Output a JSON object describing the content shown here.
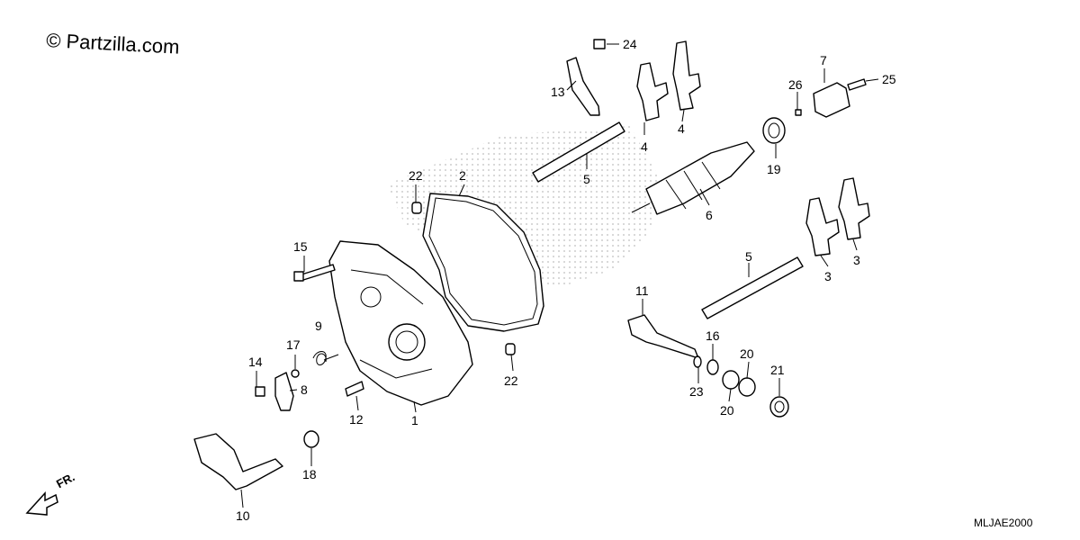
{
  "watermark": {
    "copyright": "© Partzilla.com"
  },
  "diagram_code": "MLJAE2000",
  "direction_label": "FR.",
  "callouts": [
    {
      "id": "c24",
      "text": "24"
    },
    {
      "id": "c13",
      "text": "13"
    },
    {
      "id": "c4a",
      "text": "4"
    },
    {
      "id": "c4b",
      "text": "4"
    },
    {
      "id": "c7",
      "text": "7"
    },
    {
      "id": "c26",
      "text": "26"
    },
    {
      "id": "c25",
      "text": "25"
    },
    {
      "id": "c19",
      "text": "19"
    },
    {
      "id": "c5a",
      "text": "5"
    },
    {
      "id": "c6",
      "text": "6"
    },
    {
      "id": "c22a",
      "text": "22"
    },
    {
      "id": "c2",
      "text": "2"
    },
    {
      "id": "c15",
      "text": "15"
    },
    {
      "id": "c3a",
      "text": "3"
    },
    {
      "id": "c3b",
      "text": "3"
    },
    {
      "id": "c5b",
      "text": "5"
    },
    {
      "id": "c11",
      "text": "11"
    },
    {
      "id": "c9",
      "text": "9"
    },
    {
      "id": "c17",
      "text": "17"
    },
    {
      "id": "c14",
      "text": "14"
    },
    {
      "id": "c8",
      "text": "8"
    },
    {
      "id": "c16",
      "text": "16"
    },
    {
      "id": "c20a",
      "text": "20"
    },
    {
      "id": "c21",
      "text": "21"
    },
    {
      "id": "c23",
      "text": "23"
    },
    {
      "id": "c20b",
      "text": "20"
    },
    {
      "id": "c22b",
      "text": "22"
    },
    {
      "id": "c12",
      "text": "12"
    },
    {
      "id": "c1",
      "text": "1"
    },
    {
      "id": "c18",
      "text": "18"
    },
    {
      "id": "c10",
      "text": "10"
    }
  ]
}
